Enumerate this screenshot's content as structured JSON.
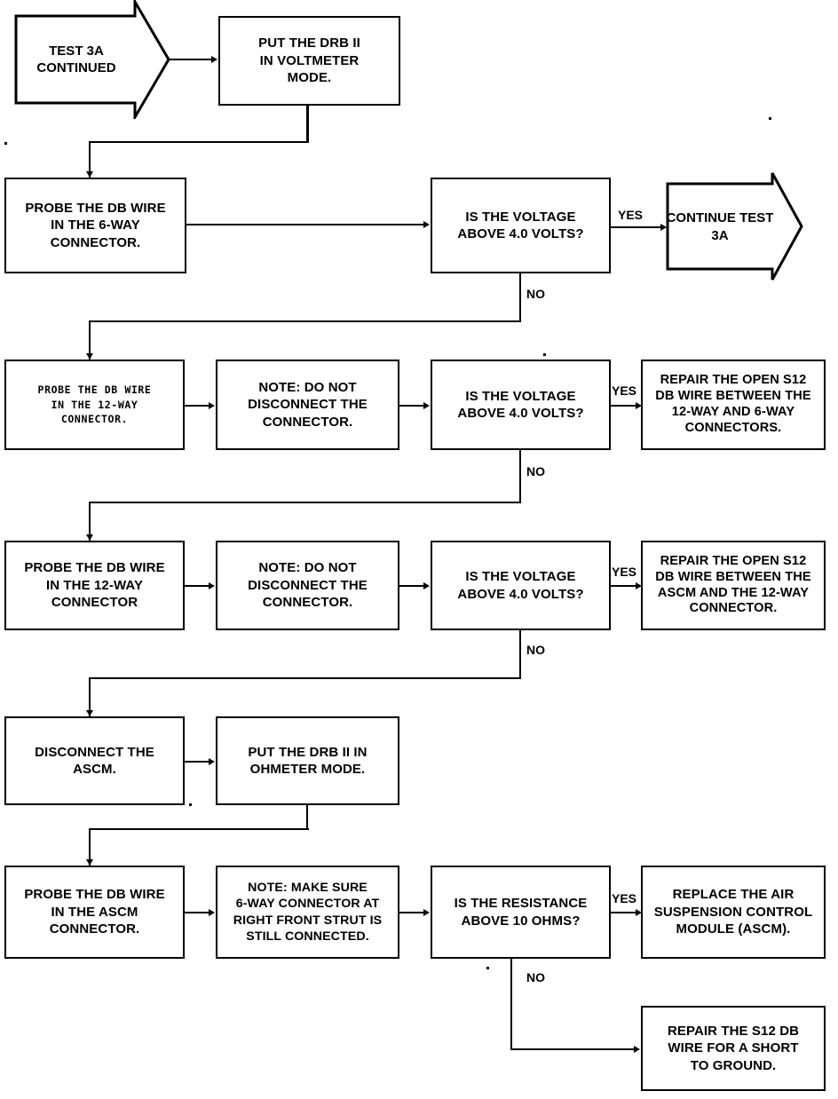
{
  "diagram": {
    "title": "TEST 3A CONTINUED",
    "type": "flowchart",
    "nodes": {
      "test3a_continued": "TEST 3A\nCONTINUED",
      "put_drb_voltmeter": "PUT THE DRB II\nIN VOLTMETER\nMODE.",
      "probe_6way": "PROBE THE DB WIRE\nIN THE 6-WAY\nCONNECTOR.",
      "voltage_q1": "IS THE VOLTAGE\nABOVE 4.0 VOLTS?",
      "continue_test_3a": "CONTINUE TEST\n3A",
      "probe_12way_a": "PROBE THE DB WIRE\nIN THE 12-WAY\nCONNECTOR.",
      "note_no_disconnect_a": "NOTE: DO NOT\nDISCONNECT THE\nCONNECTOR.",
      "voltage_q2": "IS THE VOLTAGE\nABOVE 4.0 VOLTS?",
      "repair_12way_6way": "REPAIR THE OPEN S12\nDB WIRE BETWEEN THE\n12-WAY AND 6-WAY\nCONNECTORS.",
      "probe_12way_b": "PROBE THE DB WIRE\nIN THE 12-WAY\nCONNECTOR",
      "note_no_disconnect_b": "NOTE: DO NOT\nDISCONNECT THE\nCONNECTOR.",
      "voltage_q3": "IS THE VOLTAGE\nABOVE 4.0 VOLTS?",
      "repair_ascm_12way": "REPAIR THE OPEN S12\nDB WIRE BETWEEN THE\nASCM AND THE 12-WAY\nCONNECTOR.",
      "disconnect_ascm": "DISCONNECT THE\nASCM.",
      "put_drb_ohmeter": "PUT THE DRB II IN\nOHMETER MODE.",
      "probe_ascm": "PROBE THE DB WIRE\nIN THE ASCM\nCONNECTOR.",
      "note_make_sure": "NOTE: MAKE SURE\n6-WAY CONNECTOR AT\nRIGHT FRONT STRUT IS\nSTILL CONNECTED.",
      "resistance_q": "IS THE RESISTANCE\nABOVE 10 OHMS?",
      "replace_ascm": "REPLACE THE AIR\nSUSPENSION CONTROL\nMODULE (ASCM).",
      "repair_short_ground": "REPAIR THE S12 DB\nWIRE FOR A SHORT\nTO GROUND."
    },
    "edge_labels": {
      "yes_1": "YES",
      "no_1": "NO",
      "yes_2": "YES",
      "no_2": "NO",
      "yes_3": "YES",
      "no_3": "NO",
      "yes_4": "YES",
      "no_4": "NO"
    },
    "colors": {
      "stroke": "#000000",
      "fill": "#ffffff",
      "text": "#000000"
    }
  }
}
